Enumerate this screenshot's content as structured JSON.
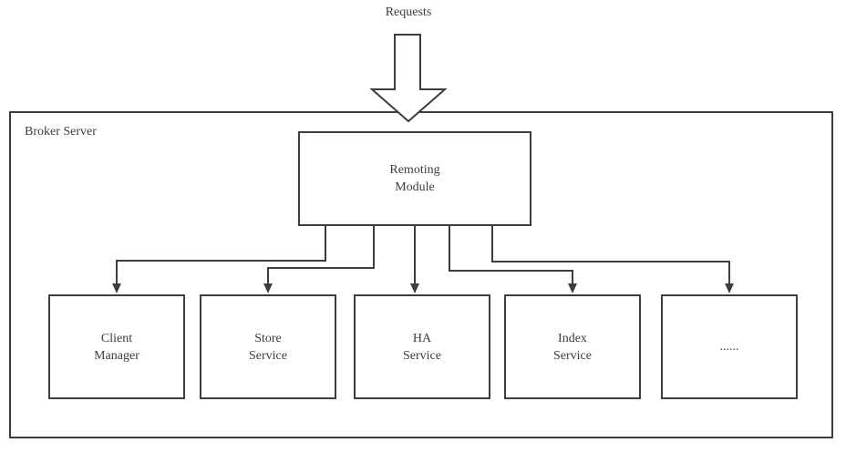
{
  "diagram": {
    "requests_label": "Requests",
    "broker_server": {
      "label": "Broker Server",
      "remoting_module": {
        "label": "Remoting\nModule"
      },
      "services": [
        {
          "label": "Client\nManager"
        },
        {
          "label": "Store\nService"
        },
        {
          "label": "HA\nService"
        },
        {
          "label": "Index\nService"
        },
        {
          "label": "......"
        }
      ]
    },
    "colors": {
      "line": "#3d3d3d",
      "text": "#3d3d3d",
      "background": "#ffffff"
    }
  }
}
